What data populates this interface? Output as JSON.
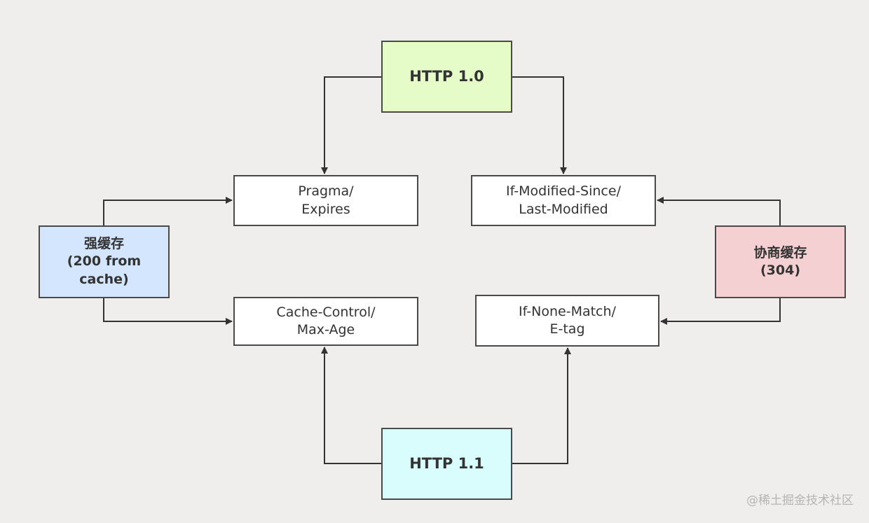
{
  "nodes": {
    "http10": {
      "lines": [
        "HTTP 1.0"
      ]
    },
    "http11": {
      "lines": [
        "HTTP 1.1"
      ]
    },
    "strong_cache": {
      "lines": [
        "强缓存",
        "(200 from",
        "cache)"
      ]
    },
    "negotiated_cache": {
      "lines": [
        "协商缓存",
        "(304)"
      ]
    },
    "pragma_expires": {
      "lines": [
        "Pragma/",
        "Expires"
      ]
    },
    "if_modified_since": {
      "lines": [
        "If-Modified-Since/",
        "Last-Modified"
      ]
    },
    "cache_control": {
      "lines": [
        "Cache-Control/",
        "Max-Age"
      ]
    },
    "if_none_match": {
      "lines": [
        "If-None-Match/",
        "E-tag"
      ]
    }
  },
  "colors": {
    "http10_fill": "#e5fcc9",
    "http11_fill": "#d9fdfd",
    "strong_cache_fill": "#d3e6fd",
    "negotiated_cache_fill": "#f5d0d2",
    "leaf_fill": "#ffffff",
    "stroke": "#4a4a4a",
    "background": "#efeeed"
  },
  "watermark": "@稀土掘金技术社区"
}
